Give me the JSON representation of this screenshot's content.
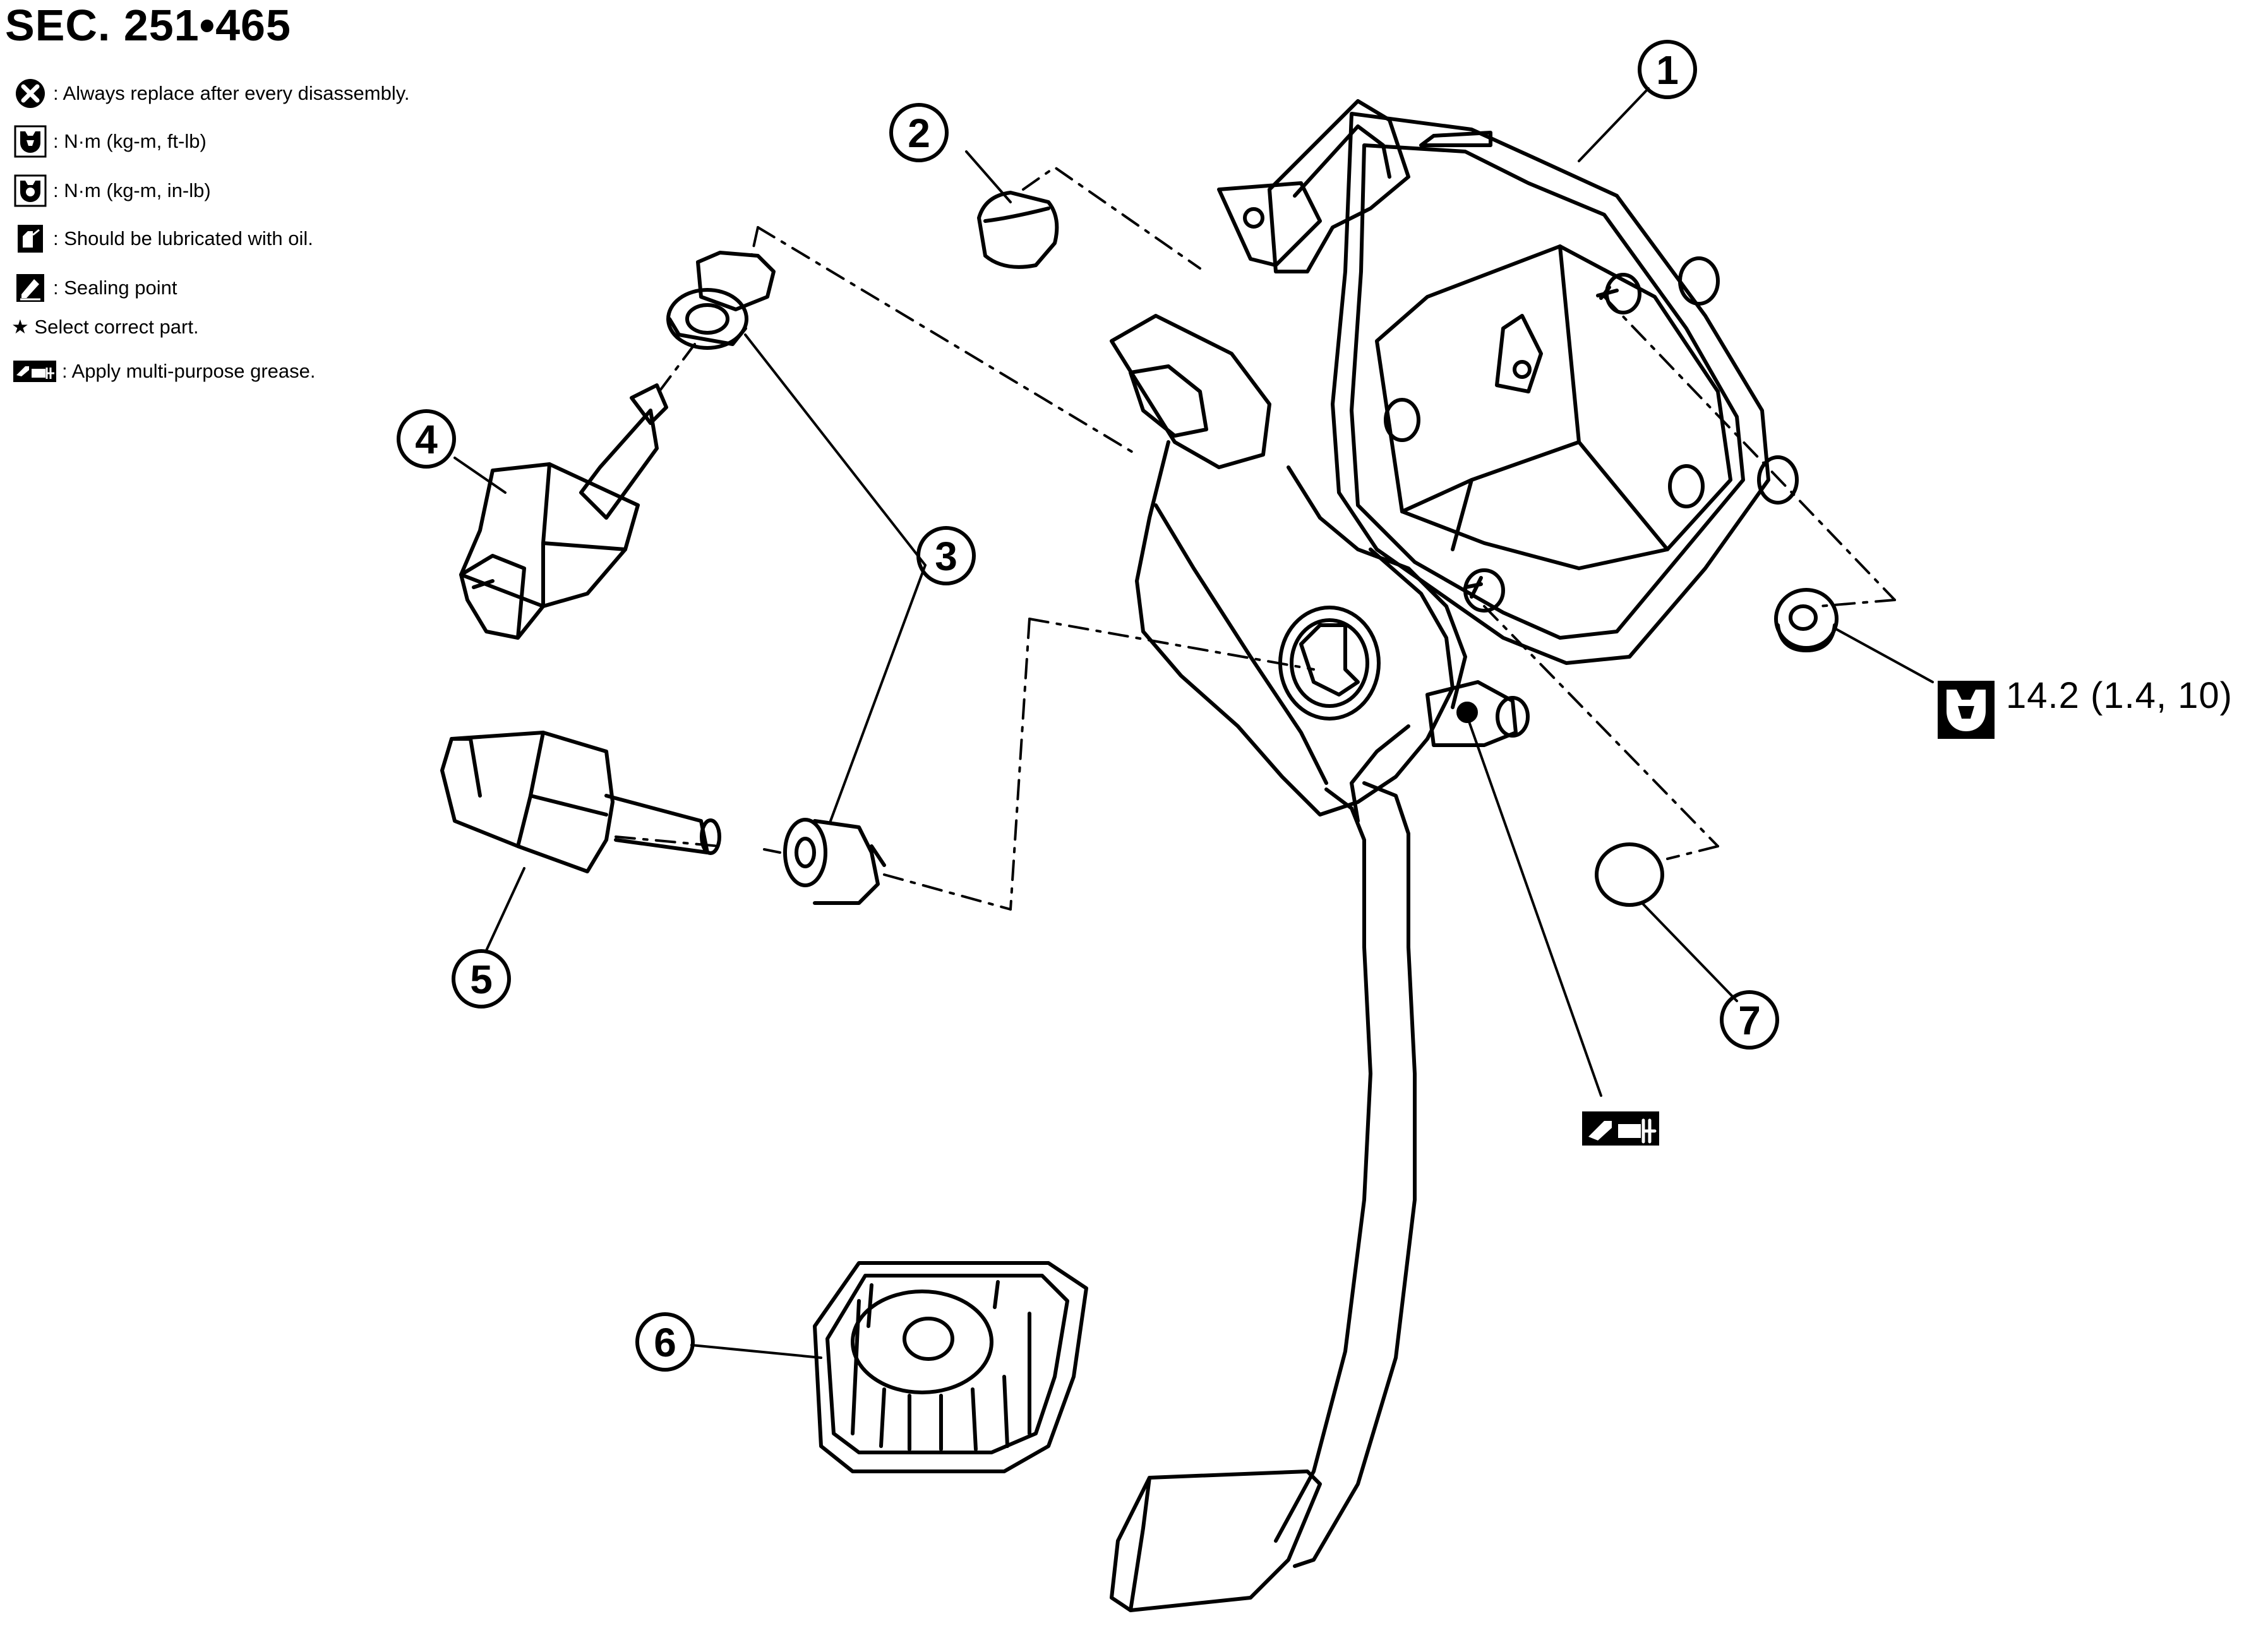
{
  "section": {
    "title": "SEC. 251•465"
  },
  "legend": [
    {
      "icon": "replace-x-icon",
      "text": ": Always replace after every disassembly."
    },
    {
      "icon": "torque-wrench-ftlb-icon",
      "text": ": N·m (kg-m, ft-lb)"
    },
    {
      "icon": "torque-wrench-inlb-icon",
      "text": ": N·m (kg-m, in-lb)"
    },
    {
      "icon": "oil-can-icon",
      "text": ": Should be lubricated with oil."
    },
    {
      "icon": "sealant-icon",
      "text": ": Sealing point"
    },
    {
      "icon": "star-icon",
      "text": "★ Select correct part."
    },
    {
      "icon": "grease-gun-icon",
      "text": ": Apply multi-purpose grease."
    }
  ],
  "callouts": [
    {
      "id": "1",
      "label": "1",
      "part": "brake-pedal-assembly"
    },
    {
      "id": "2",
      "label": "2",
      "part": "clip"
    },
    {
      "id": "3",
      "label": "3",
      "part": "switch-clip"
    },
    {
      "id": "4",
      "label": "4",
      "part": "stop-lamp-switch"
    },
    {
      "id": "5",
      "label": "5",
      "part": "asccd-switch"
    },
    {
      "id": "6",
      "label": "6",
      "part": "pedal-pad"
    },
    {
      "id": "7",
      "label": "7",
      "part": "cap"
    }
  ],
  "torque": {
    "icon": "torque-wrench-ftlb-icon",
    "value": "14.2 (1.4, 10)"
  },
  "grease_marker": {
    "icon": "grease-gun-icon"
  }
}
